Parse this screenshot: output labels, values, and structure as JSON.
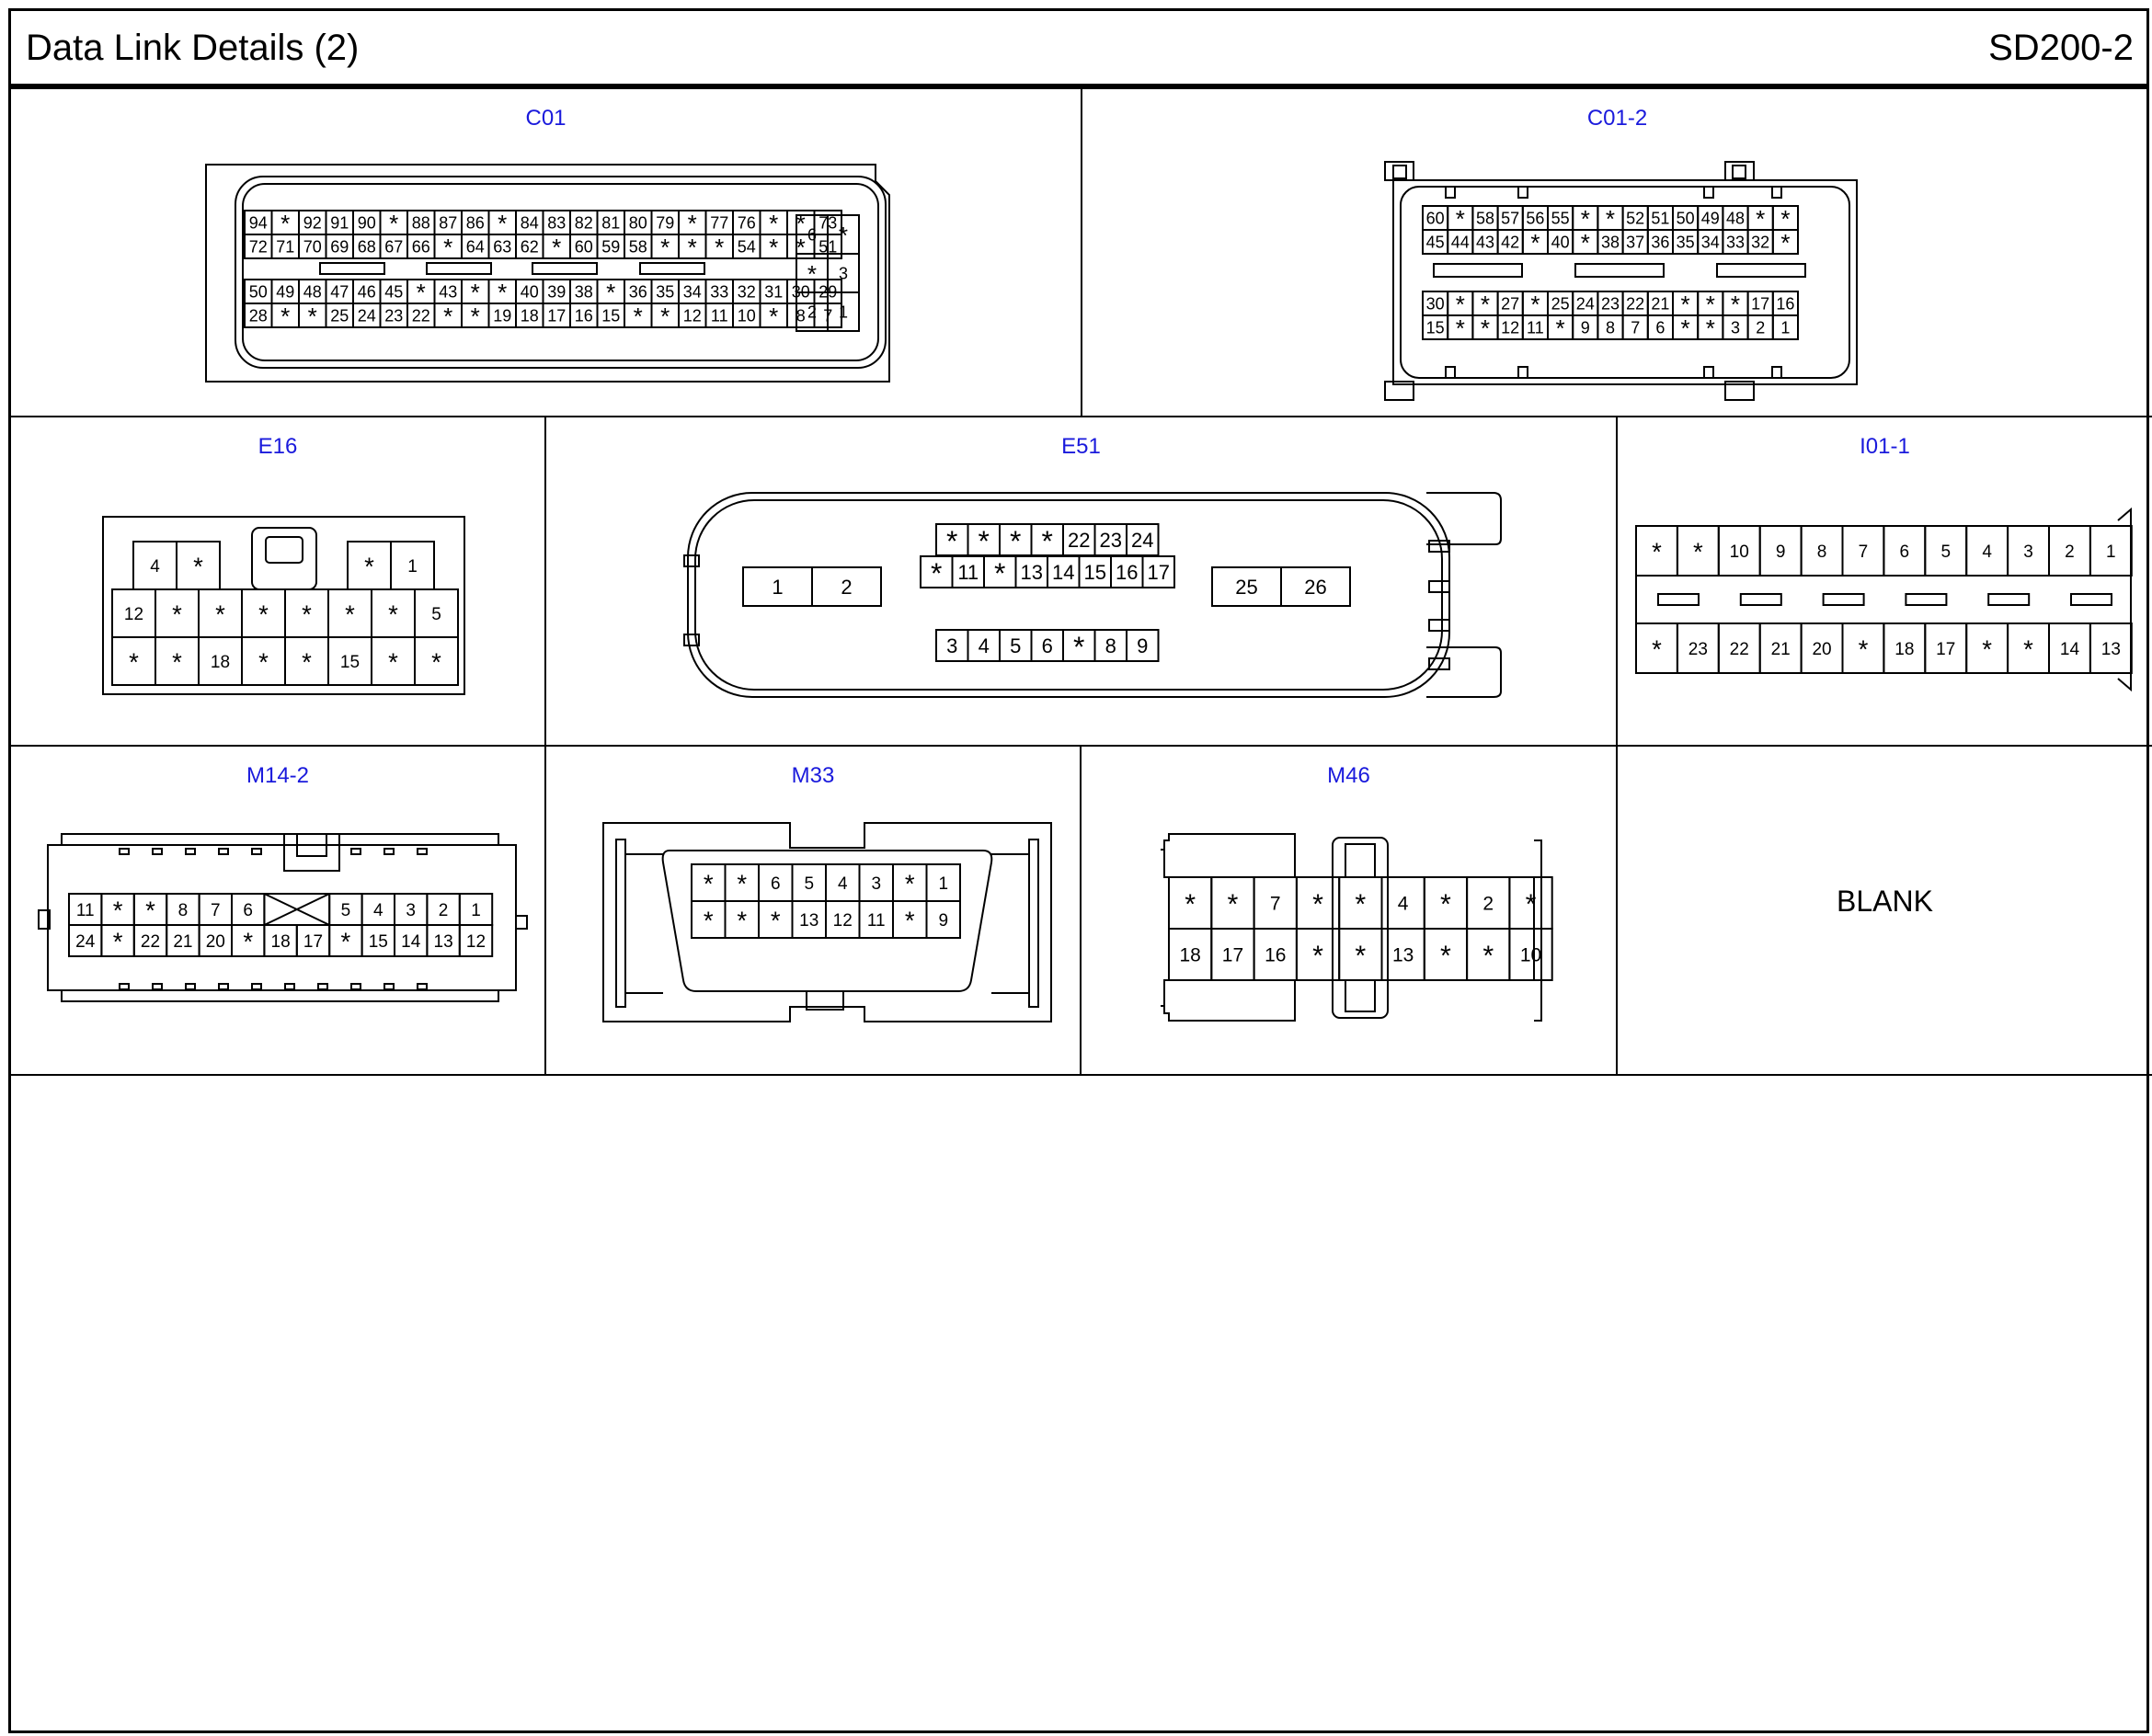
{
  "header": {
    "title": "Data Link Details (2)",
    "code": "SD200-2"
  },
  "connectors": {
    "c01": {
      "label": "C01",
      "rows": [
        [
          "94",
          "*",
          "92",
          "91",
          "90",
          "*",
          "88",
          "87",
          "86",
          "*",
          "84",
          "83",
          "82",
          "81",
          "80",
          "79",
          "*",
          "77",
          "76",
          "*",
          "*",
          "73"
        ],
        [
          "72",
          "71",
          "70",
          "69",
          "68",
          "67",
          "66",
          "*",
          "64",
          "63",
          "62",
          "*",
          "60",
          "59",
          "58",
          "*",
          "*",
          "*",
          "54",
          "*",
          "*",
          "51"
        ],
        [
          "50",
          "49",
          "48",
          "47",
          "46",
          "45",
          "*",
          "43",
          "*",
          "*",
          "40",
          "39",
          "38",
          "*",
          "36",
          "35",
          "34",
          "33",
          "32",
          "31",
          "30",
          "29"
        ],
        [
          "28",
          "*",
          "*",
          "25",
          "24",
          "23",
          "22",
          "*",
          "*",
          "19",
          "18",
          "17",
          "16",
          "15",
          "*",
          "*",
          "12",
          "11",
          "10",
          "*",
          "8",
          "7"
        ]
      ],
      "side_rows": [
        [
          "6",
          "*"
        ],
        [
          "*",
          "3"
        ],
        [
          "2",
          "1"
        ]
      ]
    },
    "c01_2": {
      "label": "C01-2",
      "rows": [
        [
          "60",
          "*",
          "58",
          "57",
          "56",
          "55",
          "*",
          "*",
          "52",
          "51",
          "50",
          "49",
          "48",
          "*",
          "*"
        ],
        [
          "45",
          "44",
          "43",
          "42",
          "*",
          "40",
          "*",
          "38",
          "37",
          "36",
          "35",
          "34",
          "33",
          "32",
          "*"
        ],
        [
          "30",
          "*",
          "*",
          "27",
          "*",
          "25",
          "24",
          "23",
          "22",
          "21",
          "*",
          "*",
          "*",
          "17",
          "16"
        ],
        [
          "15",
          "*",
          "*",
          "12",
          "11",
          "*",
          "9",
          "8",
          "7",
          "6",
          "*",
          "*",
          "3",
          "2",
          "1"
        ]
      ]
    },
    "e16": {
      "label": "E16",
      "top_left": [
        "4",
        "*"
      ],
      "top_right": [
        "*",
        "1"
      ],
      "rows": [
        [
          "12",
          "*",
          "*",
          "*",
          "*",
          "*",
          "*",
          "5"
        ],
        [
          "*",
          "*",
          "18",
          "*",
          "*",
          "15",
          "*",
          "*"
        ]
      ]
    },
    "e51": {
      "label": "E51",
      "top": [
        "*",
        "*",
        "*",
        "*",
        "22",
        "23",
        "24"
      ],
      "mid": [
        "*",
        "11",
        "*",
        "13",
        "14",
        "15",
        "16",
        "17"
      ],
      "bottom": [
        "3",
        "4",
        "5",
        "6",
        "*",
        "8",
        "9"
      ],
      "left": [
        "1",
        "2"
      ],
      "right": [
        "25",
        "26"
      ]
    },
    "i01_1": {
      "label": "I01-1",
      "rows": [
        [
          "*",
          "*",
          "10",
          "9",
          "8",
          "7",
          "6",
          "5",
          "4",
          "3",
          "2",
          "1"
        ],
        [
          "*",
          "23",
          "22",
          "21",
          "20",
          "*",
          "18",
          "17",
          "*",
          "*",
          "14",
          "13"
        ]
      ]
    },
    "m14_2": {
      "label": "M14-2",
      "top_left": [
        "11",
        "*",
        "*",
        "8",
        "7",
        "6"
      ],
      "top_right": [
        "5",
        "4",
        "3",
        "2",
        "1"
      ],
      "bottom": [
        "24",
        "*",
        "22",
        "21",
        "20",
        "*",
        "18",
        "17",
        "*",
        "15",
        "14",
        "13",
        "12"
      ]
    },
    "m33": {
      "label": "M33",
      "rows": [
        [
          "*",
          "*",
          "6",
          "5",
          "4",
          "3",
          "*",
          "1"
        ],
        [
          "*",
          "*",
          "*",
          "13",
          "12",
          "11",
          "*",
          "9"
        ]
      ]
    },
    "m46": {
      "label": "M46",
      "rows": [
        [
          "*",
          "*",
          "7",
          "*",
          "*",
          "4",
          "*",
          "2",
          "*"
        ],
        [
          "18",
          "17",
          "16",
          "*",
          "*",
          "13",
          "*",
          "*",
          "10"
        ]
      ]
    },
    "blank": {
      "text": "BLANK"
    }
  }
}
